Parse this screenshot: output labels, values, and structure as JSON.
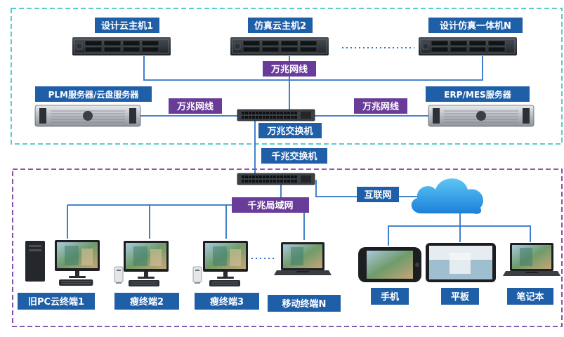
{
  "colors": {
    "blue_label": "#1f5fa8",
    "purple_label": "#6a3c99",
    "line_blue": "#2e73c4",
    "cloud_region_border": "#3ec8c8",
    "local_region_border": "#7a3ea0"
  },
  "cloud_region": {
    "hosts": [
      "设计云主机1",
      "仿真云主机2",
      "设计仿真一体机N"
    ],
    "backbone_label": "万兆网线",
    "left_server": "PLM服务器/云盘服务器",
    "right_server": "ERP/MES服务器",
    "left_link": "万兆网线",
    "right_link": "万兆网线",
    "core_switch": "万兆交换机"
  },
  "local_region": {
    "access_switch": "千兆交换机",
    "lan_label": "千兆局域网",
    "internet_label": "互联网",
    "terminals": [
      "旧PC云终端1",
      "瘦终端2",
      "瘦终端3",
      "移动终端N"
    ],
    "mobile_devices": [
      "手机",
      "平板",
      "笔记本"
    ]
  }
}
